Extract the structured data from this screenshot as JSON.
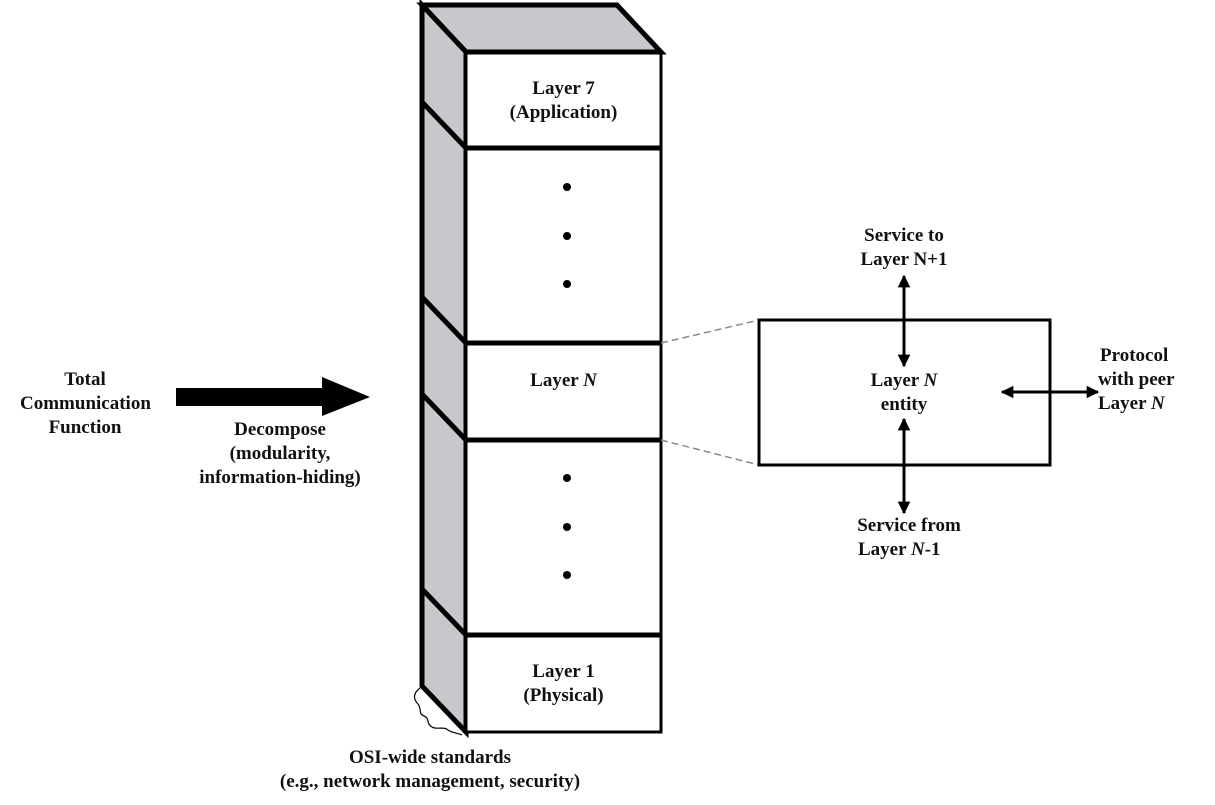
{
  "colors": {
    "stroke": "#000000",
    "side_face": "#c8c8cc",
    "top_face": "#c8c8cc",
    "front_face": "#ffffff",
    "dashed_connector": "#8a8a8a"
  },
  "left": {
    "source_label": [
      "Total",
      "Communication",
      "Function"
    ],
    "arrow_label": [
      "Decompose",
      "(modularity,",
      "information-hiding)"
    ]
  },
  "stack": {
    "layers": [
      {
        "id": "layer7",
        "lines": [
          "Layer 7",
          "(Application)"
        ]
      },
      {
        "id": "upper-ellipsis",
        "lines": [
          "•",
          "•",
          "•"
        ]
      },
      {
        "id": "layerN",
        "prefix": "Layer ",
        "italic": "N"
      },
      {
        "id": "lower-ellipsis",
        "lines": [
          "•",
          "•",
          "•"
        ]
      },
      {
        "id": "layer1",
        "lines": [
          "Layer 1",
          "(Physical)"
        ]
      }
    ],
    "side_label": [
      "OSI-wide standards",
      "(e.g., network management, security)"
    ]
  },
  "entity": {
    "name_prefix": "Layer ",
    "name_italic": "N",
    "name_suffix": "entity",
    "top_label": [
      "Service to",
      "Layer N+1"
    ],
    "bottom_label_line1": "Service from",
    "bottom_label_prefix": "Layer ",
    "bottom_label_italic": "N",
    "bottom_label_suffix": "-1",
    "right_label_line1": "Protocol",
    "right_label_line2": "with peer",
    "right_label_prefix": "Layer ",
    "right_label_italic": "N"
  }
}
